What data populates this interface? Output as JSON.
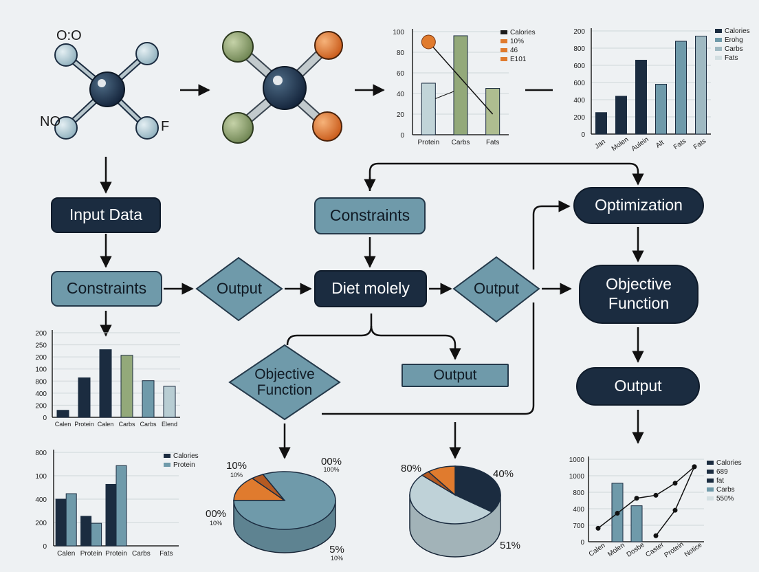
{
  "molecule1": {
    "labels": [
      "O:O",
      "NO",
      "F"
    ]
  },
  "nodes": {
    "input_data": "Input Data",
    "constraints_left": "Constraints",
    "output_diamond_1": "Output",
    "constraints_mid": "Constraints",
    "diet_model": "Diet molely",
    "output_diamond_2": "Output",
    "optimization": "Optimization",
    "objective_function_right": "Objective Function",
    "output_right": "Output",
    "objective_function_diamond": "Objective Function",
    "output_box": "Output"
  },
  "chart_data": [
    {
      "type": "bar",
      "id": "chart-top-mid",
      "categories": [
        "Protein",
        "Carbs",
        "Fats"
      ],
      "values": [
        50,
        96,
        45
      ],
      "colors": [
        "#c1d4d8",
        "#93a97a",
        "#aebd90"
      ],
      "ylim": [
        0,
        100
      ],
      "yticks": [
        "100",
        "80",
        "60",
        "40",
        "20",
        "0"
      ],
      "legend": [
        {
          "label": "Calories",
          "color": "#1a1a1a"
        },
        {
          "label": "10%",
          "color": "#e07b2e"
        },
        {
          "label": "46",
          "color": "#e07b2e"
        },
        {
          "label": "E101",
          "color": "#e07b2e"
        }
      ],
      "overlay_line": [
        [
          0,
          90
        ],
        [
          2,
          20
        ]
      ]
    },
    {
      "type": "bar",
      "id": "chart-top-right",
      "categories": [
        "Jan",
        "Molen",
        "Aulein",
        "Alt",
        "Fats",
        "Fats"
      ],
      "values": [
        25,
        44,
        86,
        58,
        108,
        114
      ],
      "colors": [
        "#1b2c40",
        "#1b2c40",
        "#1b2c40",
        "#6f9aaa",
        "#6f9aaa",
        "#9fb9c2"
      ],
      "ylim": [
        0,
        120
      ],
      "yticks": [
        "200",
        "800",
        "600",
        "600",
        "400",
        "200",
        "0"
      ],
      "legend": [
        {
          "label": "Calories",
          "color": "#1b2c40"
        },
        {
          "label": "Erohg",
          "color": "#6f9aaa"
        },
        {
          "label": "Carbs",
          "color": "#9fb9c2"
        },
        {
          "label": "Fats",
          "color": "#d3dfe2"
        }
      ]
    },
    {
      "type": "bar",
      "id": "chart-mid-left",
      "categories": [
        "Calen",
        "Protein",
        "Calen",
        "Carbs",
        "Carbs",
        "Elend"
      ],
      "values": [
        10,
        56,
        96,
        88,
        52,
        44
      ],
      "colors": [
        "#1b2c40",
        "#1b2c40",
        "#1b2c40",
        "#93a97a",
        "#6f9aaa",
        "#b8cdd3"
      ],
      "ylim": [
        0,
        120
      ],
      "yticks": [
        "200",
        "250",
        "200",
        "100",
        "800",
        "400",
        "200",
        "0"
      ]
    },
    {
      "type": "bar",
      "id": "chart-bottom-left",
      "categories": [
        "Calen",
        "Protein",
        "Protein",
        "Carbs",
        "Fats"
      ],
      "series": [
        {
          "name": "Calories",
          "values": [
            60,
            38,
            79,
            0,
            0
          ]
        },
        {
          "name": "Protein",
          "values": [
            67,
            29,
            103,
            0,
            0
          ]
        }
      ],
      "colors": [
        "#1b2c40",
        "#6f9aaa"
      ],
      "ylim": [
        0,
        120
      ],
      "yticks": [
        "800",
        "100",
        "400",
        "200",
        "0"
      ]
    },
    {
      "type": "pie",
      "id": "pie-left",
      "labels": [
        "10%",
        "10%",
        "00%",
        "100%",
        "00%",
        "10%",
        "5%",
        "10%"
      ],
      "slices": [
        {
          "name": "orange",
          "value": 14,
          "color": "#e07b2e"
        },
        {
          "name": "brown",
          "value": 4,
          "color": "#b45a22"
        },
        {
          "name": "teal",
          "value": 82,
          "color": "#6f9aaa"
        }
      ]
    },
    {
      "type": "pie",
      "id": "pie-mid",
      "labels": [
        "80%",
        "40%",
        "51%"
      ],
      "slices": [
        {
          "name": "dark",
          "value": 35,
          "color": "#1b2c40"
        },
        {
          "name": "light",
          "value": 52,
          "color": "#bfd2d8"
        },
        {
          "name": "brown",
          "value": 3,
          "color": "#b45a22"
        },
        {
          "name": "orange",
          "value": 10,
          "color": "#e07b2e"
        }
      ]
    },
    {
      "type": "bar",
      "id": "chart-bottom-right",
      "categories": [
        "Calen",
        "Molen",
        "Dosbe",
        "Caster",
        "Protein",
        "Notice"
      ],
      "values": [
        0,
        78,
        48,
        0,
        0,
        0
      ],
      "line_a": [
        18,
        38,
        58,
        62,
        78,
        100
      ],
      "line_b": [
        null,
        null,
        null,
        8,
        42,
        100
      ],
      "colors": [
        "#6f9aaa"
      ],
      "ylim": [
        0,
        110
      ],
      "yticks": [
        "1000",
        "1000",
        "800",
        "400",
        "700",
        "0"
      ],
      "legend": [
        {
          "label": "Calories",
          "color": "#1b2c40"
        },
        {
          "label": "689",
          "color": "#1b2c40"
        },
        {
          "label": "fat",
          "color": "#1b2c40"
        },
        {
          "label": "Carbs",
          "color": "#6f9aaa"
        },
        {
          "label": "550%",
          "color": "#d3dfe2"
        }
      ]
    }
  ]
}
